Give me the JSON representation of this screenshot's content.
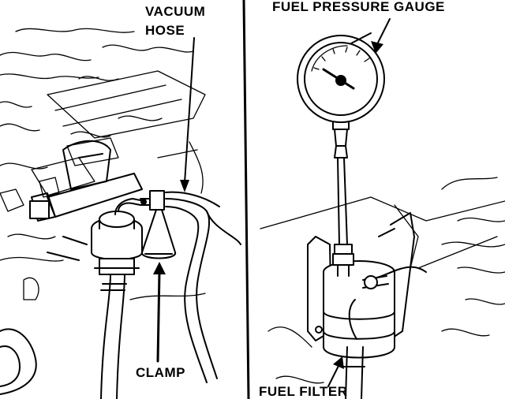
{
  "labels": {
    "vacuum_hose_line1": "VACUUM",
    "vacuum_hose_line2": "HOSE",
    "clamp": "CLAMP",
    "fuel_pressure_gauge": "FUEL PRESSURE GAUGE",
    "fuel_filter": "FUEL FILTER"
  },
  "colors": {
    "ink": "#000000",
    "paper": "#ffffff"
  }
}
